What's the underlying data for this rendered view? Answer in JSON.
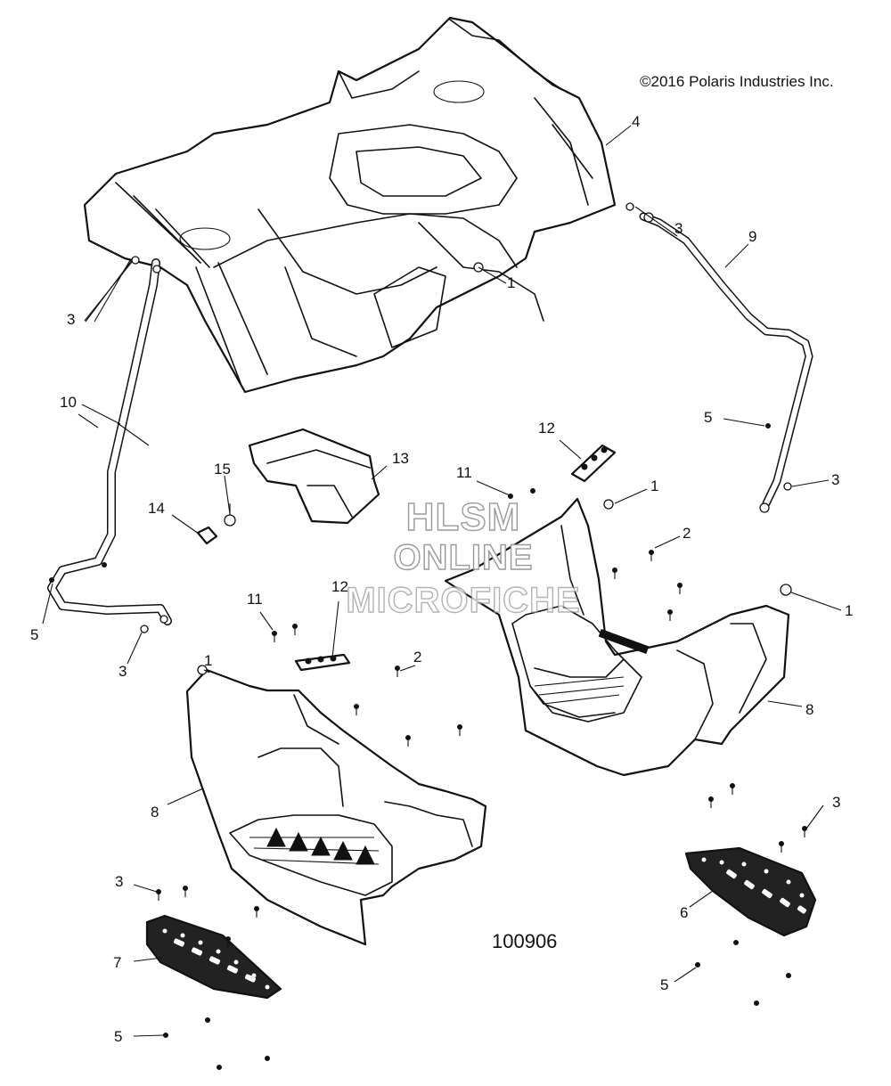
{
  "copyright": "©2016 Polaris Industries Inc.",
  "figure_id": "100906",
  "watermark": {
    "line1": "HLSM",
    "line2": "ONLINE",
    "line3": "MICROFICHE"
  },
  "callouts": [
    "1",
    "1",
    "1",
    "1",
    "2",
    "2",
    "3",
    "3",
    "3",
    "3",
    "3",
    "3",
    "4",
    "5",
    "5",
    "5",
    "5",
    "6",
    "7",
    "8",
    "8",
    "9",
    "10",
    "11",
    "11",
    "12",
    "12",
    "13",
    "14",
    "15"
  ],
  "parts": [
    "rear-fender-cab",
    "left-footwell",
    "right-footwell",
    "left-footrest",
    "right-footrest",
    "left-grab-bar",
    "right-grab-bar",
    "heat-shield",
    "footrest-bracket"
  ]
}
